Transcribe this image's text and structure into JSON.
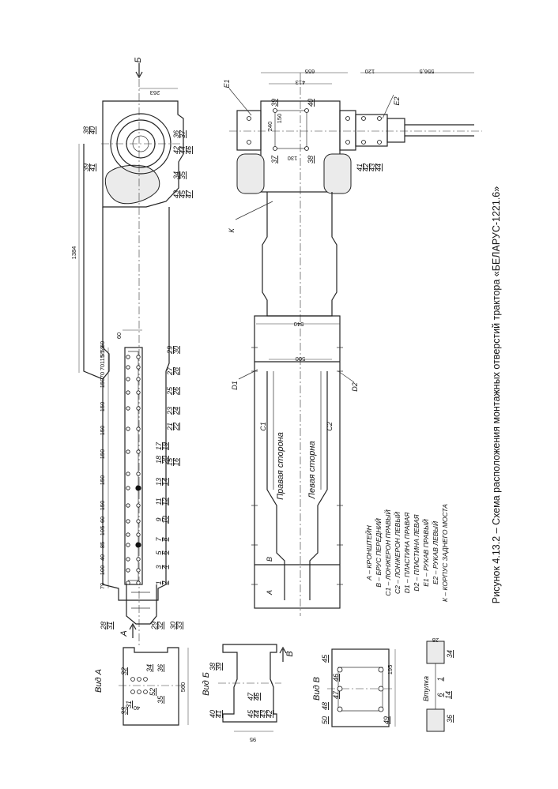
{
  "caption": "Рисунок 4.13.2 – Схема расположения монтажных отверстий трактора «БЕЛАРУС-1221.6»",
  "legend": [
    "А – КРОНШТЕЙН",
    "В – БРУС ПЕРЕДНИЙ",
    "С1 – ЛОНЖЕРОН ПРАВЫЙ",
    "С2 – ЛОНЖЕРОН ЛЕВЫЙ",
    "D1 – ПЛАСТИНА ПРАВАЯ",
    "D2 – ПЛАСТИНА ЛЕВАЯ",
    "Е1 – РУКАВ ПРАВЫЙ",
    "Е2 – РУКАВ ЛЕВЫЙ",
    "К – КОРПУС ЗАДНЕГО МОСТА"
  ],
  "views": {
    "vid_a": "Вид А",
    "vid_b": "Вид Б",
    "vid_v": "Вид В",
    "vtulka": "Втулка"
  },
  "labels": {
    "right_side": "Правая сторона",
    "left_side": "Левая сторна",
    "C1": "С1",
    "C2": "С2",
    "D1": "D1",
    "D2": "D2",
    "E1": "Е1",
    "E2": "Е2",
    "K": "К",
    "A": "А",
    "B": "В",
    "arrow_A": "А",
    "arrow_B": "Б",
    "arrow_V": "В"
  },
  "dimensions": {
    "d263": "263",
    "d1384": "1384",
    "d655": "655",
    "d413": "413",
    "d120": "120",
    "d5565": "556,5",
    "d540": "540",
    "d500": "500",
    "d240": "240",
    "d150s": "150",
    "d130s": "130",
    "d60": "60",
    "d560": "560",
    "d40": "40",
    "d95": "95",
    "d195": "195",
    "d28": "28",
    "spacing": [
      "79",
      "100",
      "40",
      "85",
      "105",
      "60",
      "150",
      "150",
      "150",
      "150",
      "150",
      "150",
      "70",
      "70",
      "115",
      "55",
      "59",
      "60"
    ]
  },
  "hole_numbers": {
    "top": [
      "38",
      "40",
      "36",
      "37",
      "42",
      "44",
      "46",
      "39",
      "41",
      "34",
      "35",
      "43",
      "45",
      "47"
    ],
    "rail": [
      "29",
      "30",
      "27",
      "28",
      "25",
      "26",
      "23",
      "24",
      "21",
      "22",
      "17",
      "19",
      "18",
      "20",
      "15",
      "16",
      "13",
      "14",
      "11",
      "12",
      "9",
      "10",
      "7",
      "8",
      "5",
      "6",
      "3",
      "4",
      "1",
      "2"
    ],
    "bottom": [
      "28",
      "31",
      "29",
      "32",
      "30",
      "33"
    ],
    "right_top": [
      "39",
      "40",
      "37",
      "38",
      "41",
      "42",
      "43",
      "44"
    ],
    "vid_a": [
      "32",
      "34",
      "36",
      "33",
      "31",
      "52",
      "35"
    ],
    "vid_b": [
      "38",
      "39",
      "40",
      "41",
      "45",
      "47",
      "44",
      "46",
      "43",
      "42"
    ],
    "vid_v": [
      "45",
      "46",
      "47",
      "48",
      "50",
      "49"
    ],
    "vtulka": [
      "1",
      "6",
      "14",
      "34",
      "36"
    ]
  }
}
